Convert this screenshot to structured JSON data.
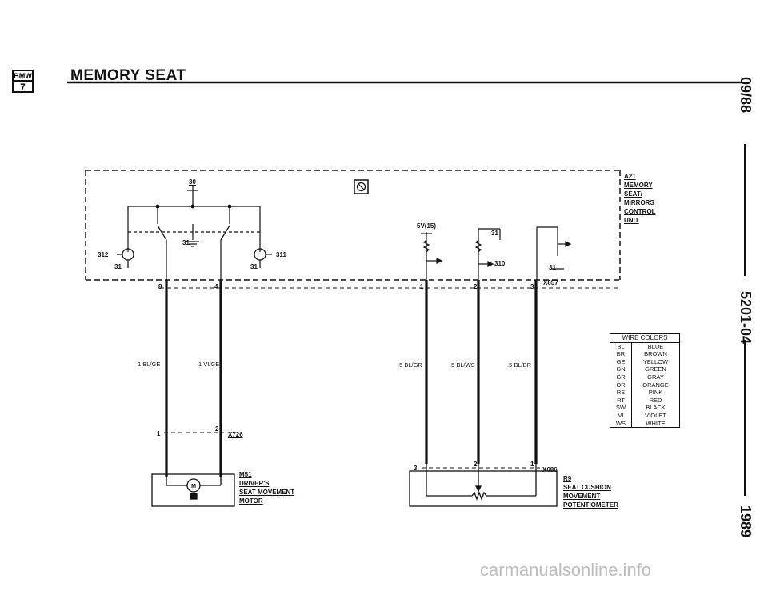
{
  "header": {
    "logo_top": "BMW",
    "logo_bottom": "7",
    "title": "MEMORY SEAT"
  },
  "side": {
    "date": "09/88",
    "code": "5201-04",
    "year": "1989"
  },
  "module": {
    "ref": "A21",
    "name_lines": [
      "MEMORY",
      "SEAT/",
      "MIRRORS",
      "CONTROL",
      "UNIT"
    ],
    "connector": "X657"
  },
  "labels": {
    "t30": "30",
    "t312": "312",
    "t311": "311",
    "g31_a": "31",
    "g31_b": "31",
    "g31_c": "31",
    "g31_d": "31",
    "g31_e": "31",
    "v5": "5V(15)",
    "t310": "310",
    "pin8": "8",
    "pin4": "4",
    "pin1": "1",
    "pin2": "2",
    "pin3": "3"
  },
  "wires": {
    "w1": "1 BL/GE",
    "w2": "1 VI/GE",
    "w3": ".5 BL/GR",
    "w4": ".5 BL/WS",
    "w5": ".5 BL/BR"
  },
  "motor": {
    "connector": "X726",
    "pin1": "1",
    "pin2": "2",
    "ref": "M51",
    "line1": "DRIVER'S",
    "line2": "SEAT MOVEMENT",
    "line3": "MOTOR",
    "symbol": "M"
  },
  "pot": {
    "connector": "X686",
    "pin3": "3",
    "pin2": "2",
    "pin1": "1",
    "ref": "R9",
    "line1": "SEAT CUSHION",
    "line2": "MOVEMENT",
    "line3": "POTENTIOMETER"
  },
  "wire_colors": {
    "title": "WIRE COLORS",
    "rows": [
      {
        "code": "BL",
        "name": "BLUE"
      },
      {
        "code": "BR",
        "name": "BROWN"
      },
      {
        "code": "GE",
        "name": "YELLOW"
      },
      {
        "code": "GN",
        "name": "GREEN"
      },
      {
        "code": "GR",
        "name": "GRAY"
      },
      {
        "code": "OR",
        "name": "ORANGE"
      },
      {
        "code": "RS",
        "name": "PINK"
      },
      {
        "code": "RT",
        "name": "RED"
      },
      {
        "code": "SW",
        "name": "BLACK"
      },
      {
        "code": "VI",
        "name": "VIOLET"
      },
      {
        "code": "WS",
        "name": "WHITE"
      }
    ]
  },
  "watermark": "carmanualsonline.info"
}
